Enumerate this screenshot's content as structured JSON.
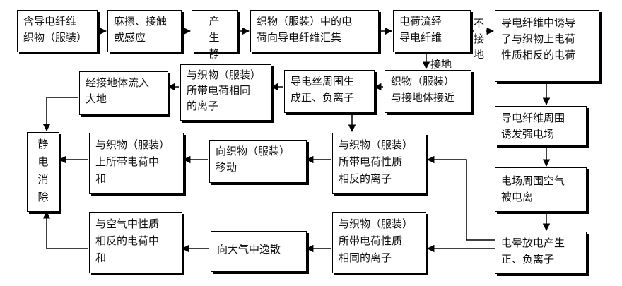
{
  "nodes": {
    "n1": "含导电纤维\n织物（服装）",
    "n2": "麻擦、接触\n或感应",
    "n3": "产　生\n静　电",
    "n4": "织物（服装）中的电\n荷向导电纤维汇集",
    "n5": "电荷流经\n导电纤维",
    "n6": "导电纤维中诱导\n了与织物上电荷\n性质相反的电荷",
    "n7": "织物（服装）\n与接地体接近",
    "n8": "导电丝周围生\n成正、负离子",
    "n9": "与织物（服装）\n所带电荷相同\n的离子",
    "n10": "经接地体流入\n大地",
    "n11": "导电纤维周围\n诱发强电场",
    "n12": "电场周围空气\n被电离",
    "n13": "电晕放电产生\n正、负离子",
    "n14": "与织物（服装）\n所带电荷性质\n相反的离子",
    "n15": "向织物（服装）\n移动",
    "n16": "与织物（服装）\n上所带电荷中\n和",
    "n17": "静\n电\n消\n除",
    "n18": "与织物（服装）\n所带电荷性质\n相同的离子",
    "n19": "向大气中逸散",
    "n20": "与空气中性质\n相反的电荷中\n和"
  },
  "labels": {
    "ground": "接地",
    "not_ground": "不\n接\n地"
  }
}
